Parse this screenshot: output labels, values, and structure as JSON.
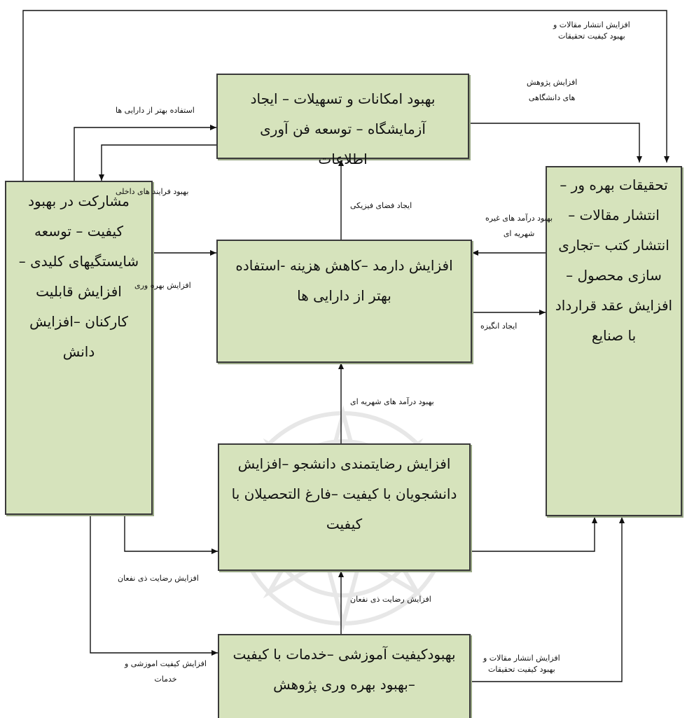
{
  "boxes": {
    "facilities": "بهبود امکانات و تسهیلات – ایجاد آزمایشگاه – توسعه فن آوری اطلاعات",
    "income": "افزایش دارمد –کاهش هزینه  -استفاده بهتر از دارایی ها",
    "participation": "مشارکت در بهبود کیفیت – توسعه شایستگیهای کلیدی –افزایش قابلیت کارکنان –افزایش دانش",
    "research": "تحقیقات بهره ور – انتشار مقالات – انتشار کتب –تجاری سازی محصول – افزایش عقد قرارداد با صنایع",
    "satisfaction": "افزایش رضایتمندی دانشجو –افزایش دانشجویان با کیفیت –فارغ التحصیلان با کیفیت",
    "education": "بهبودکیفیت آموزشی –خدمات با کیفیت –بهبود بهره وری پژوهش"
  },
  "labels": {
    "top_right": [
      "افزایش انتشار مقالات و",
      "بهبود کیفیت تحقیقات"
    ],
    "uni_research": [
      "افزایش پژوهش",
      "های دانشگاهی"
    ],
    "better_assets": "استفاده بهتر از دارایی ها",
    "internal_process": "بهبود فرایند های داخلی",
    "physical_space": "ایجاد فضای فیزیکی",
    "non_tuition_income": [
      "بهبود درآمد های غیره",
      "شهریه ای"
    ],
    "productivity": "افزایش بهره وری",
    "motivation": "ایجاد انگیزه",
    "tuition_income": "بهبود درآمد های شهریه ای",
    "stakeholder_left": "افزایش رضایت ذی نفعان",
    "stakeholder_center": "افزایش رضایت ذی نفعان",
    "edu_quality": [
      "افزایش کیفیت اموزشی و",
      "خدمات"
    ],
    "bottom_right": [
      "افزایش انتشار مقالات و",
      "بهبود کیفیت تحقیقات"
    ]
  }
}
